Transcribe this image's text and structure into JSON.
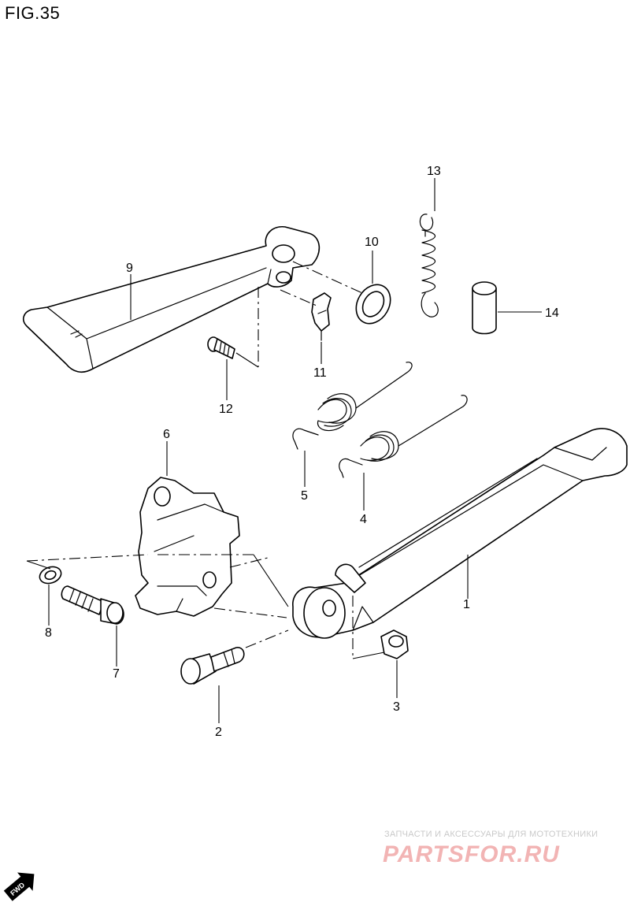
{
  "figure": {
    "title": "FIG.35"
  },
  "parts": [
    {
      "callout": "1",
      "icon": "side-stand-icon"
    },
    {
      "callout": "2",
      "icon": "pivot-bolt-icon"
    },
    {
      "callout": "3",
      "icon": "nut-icon"
    },
    {
      "callout": "4",
      "icon": "spring-icon"
    },
    {
      "callout": "5",
      "icon": "spring-icon"
    },
    {
      "callout": "6",
      "icon": "bracket-icon"
    },
    {
      "callout": "7",
      "icon": "bolt-icon"
    },
    {
      "callout": "8",
      "icon": "washer-icon"
    },
    {
      "callout": "9",
      "icon": "brake-pedal-icon"
    },
    {
      "callout": "10",
      "icon": "washer-icon"
    },
    {
      "callout": "11",
      "icon": "clip-icon"
    },
    {
      "callout": "12",
      "icon": "bolt-icon"
    },
    {
      "callout": "13",
      "icon": "spring-icon"
    },
    {
      "callout": "14",
      "icon": "spacer-icon"
    }
  ],
  "watermark": {
    "subtitle": "ЗАПЧАСТИ И АКСЕССУАРЫ ДЛЯ МОТОТЕХНИКИ",
    "brand": "PARTSFOR.RU",
    "color": "#f2b4b4"
  },
  "direction_indicator": {
    "label": "FWD"
  }
}
